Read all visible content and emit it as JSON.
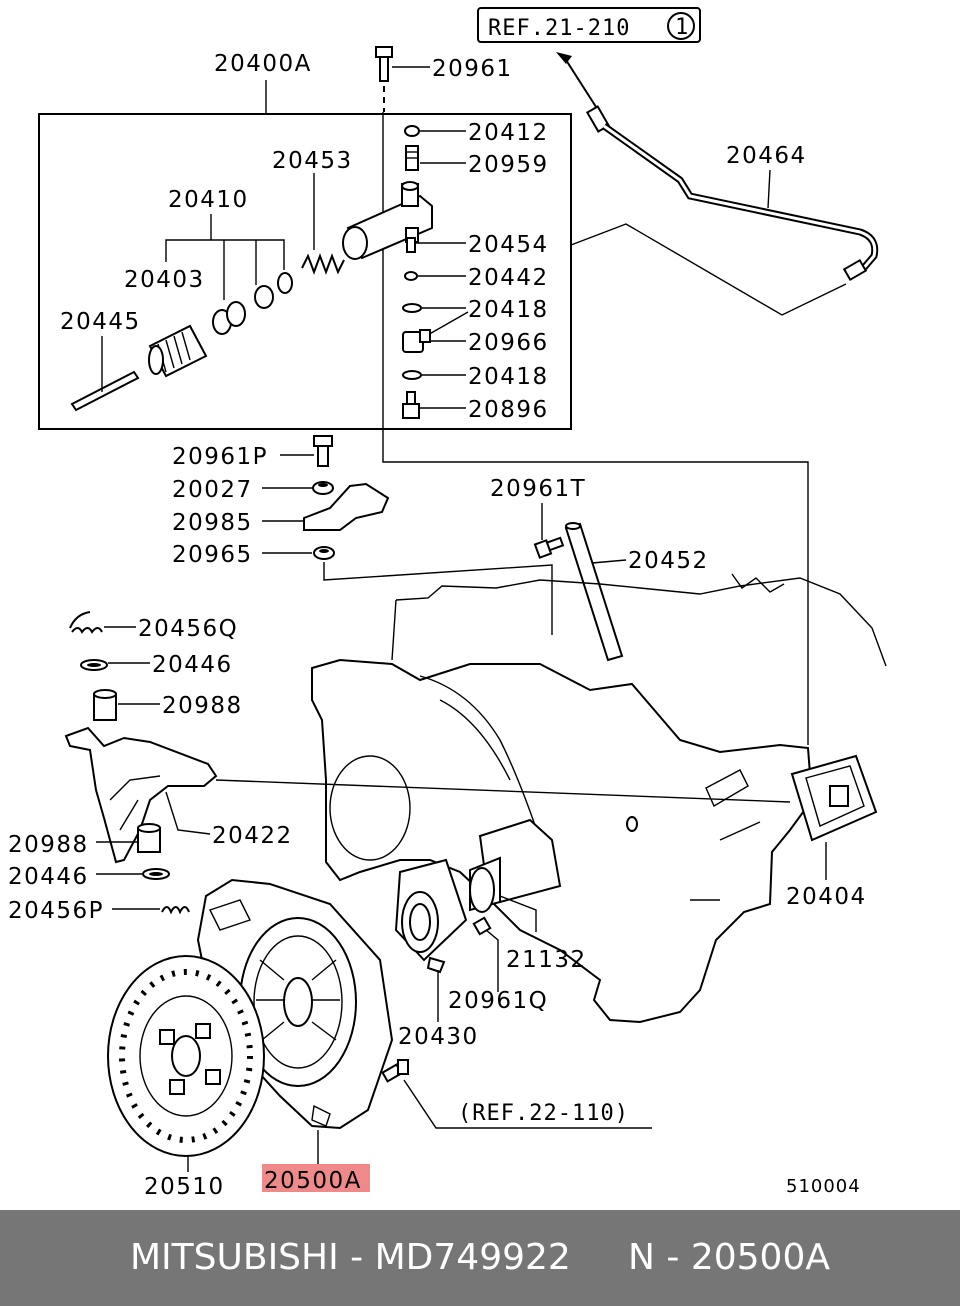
{
  "diagram": {
    "refs": {
      "top_ref": "REF.21-210",
      "top_ref_circle": "1",
      "clutch_ref": "(REF.22-110)"
    },
    "labels": {
      "p20400A": "20400A",
      "p20961": "20961",
      "p20412": "20412",
      "p20959": "20959",
      "p20453": "20453",
      "p20410": "20410",
      "p20403": "20403",
      "p20445": "20445",
      "p20454": "20454",
      "p20442": "20442",
      "p20418a": "20418",
      "p20966": "20966",
      "p20418b": "20418",
      "p20896": "20896",
      "p20464": "20464",
      "p20961P": "20961P",
      "p20027": "20027",
      "p20985": "20985",
      "p20965": "20965",
      "p20961T": "20961T",
      "p20452": "20452",
      "p20456Q": "20456Q",
      "p20446a": "20446",
      "p20988a": "20988",
      "p20422": "20422",
      "p20988b": "20988",
      "p20446b": "20446",
      "p20456P": "20456P",
      "p20404": "20404",
      "p21132": "21132",
      "p20961Q": "20961Q",
      "p20430": "20430",
      "p20510": "20510",
      "p20500A": "20500A"
    },
    "highlight_color": "#f08a8a",
    "diagram_code": "510004"
  },
  "footer": {
    "text": "MITSUBISHI - MD749922     N - 20500A",
    "background": "#767676"
  }
}
